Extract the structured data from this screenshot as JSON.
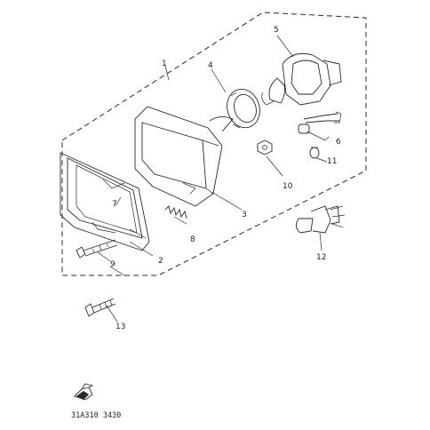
{
  "diagram": {
    "callouts": {
      "assembly": "1",
      "rim": "2",
      "lens_unit": "3",
      "seal": "4",
      "socket_cover": "5",
      "bulb_socket": "6",
      "lens_mark": "7",
      "spring": "8",
      "screw": "9",
      "nut": "10",
      "bulb_small": "11",
      "bulb_main": "12",
      "screw_long": "13"
    },
    "part_code": "31A310 3430"
  }
}
